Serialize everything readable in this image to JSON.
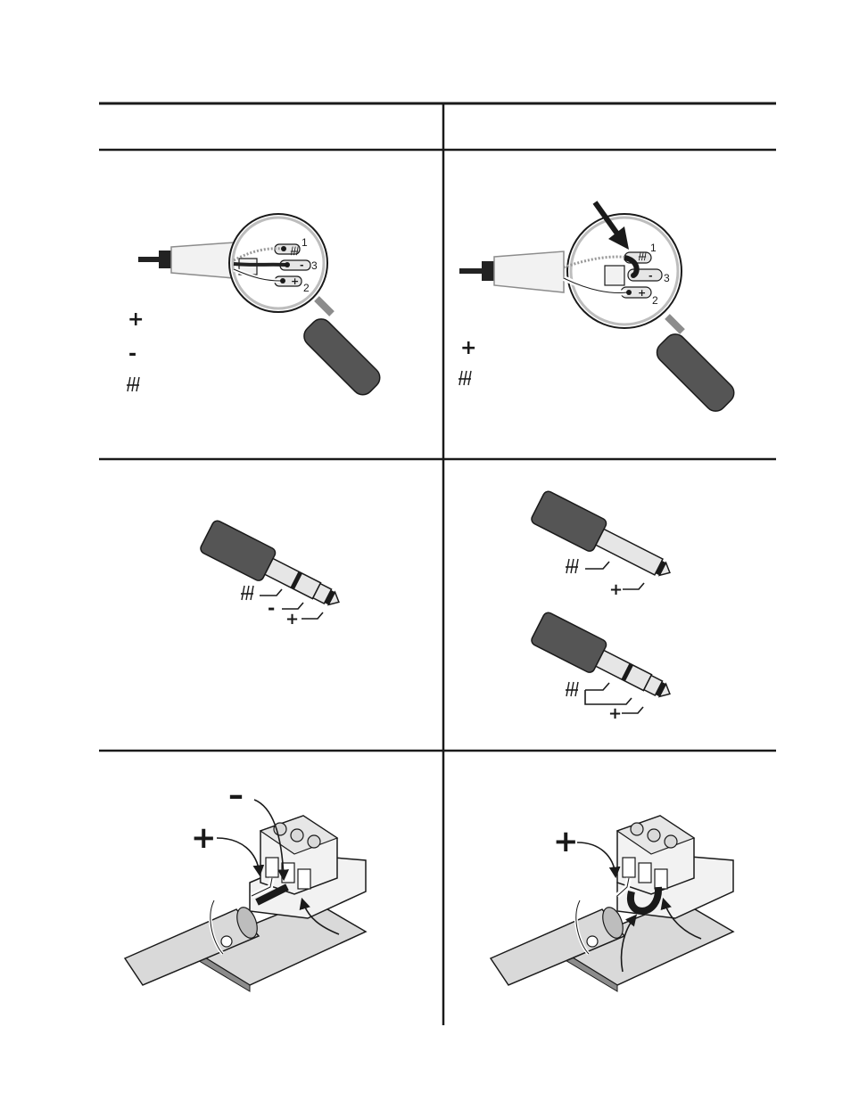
{
  "table": {
    "header_left": "",
    "header_right": ""
  },
  "symbols": {
    "plus": "+",
    "minus": "-",
    "big_minus": "–"
  },
  "xlr_pins": {
    "pin1": "1",
    "pin2": "2",
    "pin3": "3"
  },
  "colors": {
    "line": "#1a1a1a",
    "metal_light": "#f2f2f2",
    "metal_mid": "#d9d9d9",
    "metal_dark": "#8c8c8c",
    "handle": "#555555",
    "cable": "#222222"
  },
  "icons": [
    "ground-symbol-icon",
    "arrow-icon",
    "magnifier-icon",
    "xlr-connector-icon",
    "trs-plug-icon",
    "ts-plug-icon",
    "terminal-block-icon"
  ]
}
